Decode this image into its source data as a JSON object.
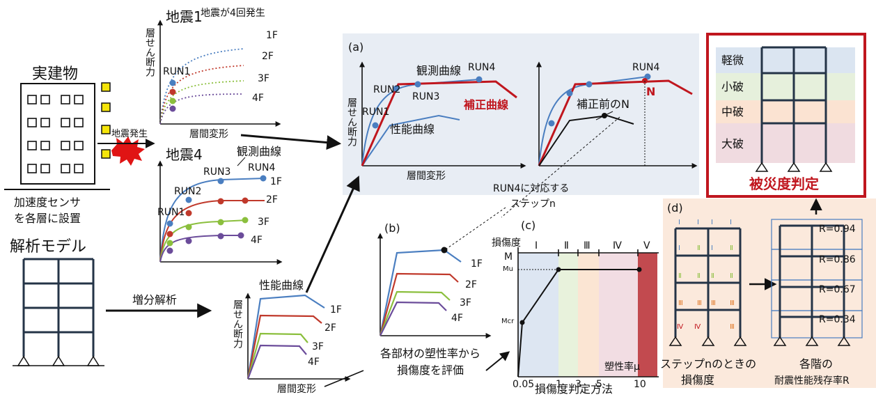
{
  "building": {
    "title": "実建物",
    "earthquake_label": "地震発生",
    "sensor_caption_1": "加速度センサ",
    "sensor_caption_2": "を各層に設置"
  },
  "model": {
    "title": "解析モデル",
    "incremental_label": "増分解析"
  },
  "eq1": {
    "title": "地震1",
    "subtitle": "地震が4回発生",
    "ylabel": "層せん断力",
    "xlabel": "層間変形",
    "run": "RUN1",
    "floors": [
      "1F",
      "2F",
      "3F",
      "4F"
    ]
  },
  "eq4": {
    "title": "地震4",
    "curve_label": "観測曲線",
    "runs": [
      "RUN1",
      "RUN2",
      "RUN3",
      "RUN4"
    ],
    "floors": [
      "1F",
      "2F",
      "3F",
      "4F"
    ]
  },
  "perf": {
    "title": "性能曲線",
    "ylabel": "層せん断力",
    "xlabel": "層間変形",
    "floors": [
      "1F",
      "2F",
      "3F",
      "4F"
    ]
  },
  "panel_a": {
    "tag": "(a)",
    "obs_label": "観測曲線",
    "perf_label": "性能曲線",
    "corr_label": "補正曲線",
    "ylabel": "層せん断力",
    "xlabel": "層間変形",
    "runs": [
      "RUN1",
      "RUN2",
      "RUN3",
      "RUN4"
    ],
    "run4b": "RUN4",
    "n_label": "N",
    "pre_n": "補正前のN"
  },
  "link": {
    "line1": "RUN4に対応する",
    "line2": "ステップn"
  },
  "panel_b": {
    "tag": "(b)",
    "floors": [
      "1F",
      "2F",
      "3F",
      "4F"
    ],
    "caption_1": "各部材の塑性率から",
    "caption_2": "損傷度を評価"
  },
  "panel_c": {
    "tag": "(c)",
    "damage_label": "損傷度",
    "m_label": "M",
    "mu": "Mu",
    "mcr": "Mcr",
    "levels": [
      "Ⅰ",
      "Ⅱ",
      "Ⅲ",
      "Ⅳ",
      "Ⅴ"
    ],
    "ticks": [
      "0.05",
      "1",
      "3",
      "5",
      "10"
    ],
    "mu_label": "塑性率μ",
    "caption": "損傷度判定方法"
  },
  "panel_d": {
    "tag": "(d)",
    "caption_1": "ステップnのときの",
    "caption_2": "損傷度",
    "ratio_caption_1": "各階の",
    "ratio_caption_2": "耐震性能残存率R",
    "ratios": [
      "R=0.94",
      "R=0.86",
      "R=0.67",
      "R=0.34"
    ]
  },
  "result": {
    "levels": [
      "軽微",
      "小破",
      "中破",
      "大破"
    ],
    "title": "被災度判定"
  },
  "colors": {
    "blue": "#4a7ec0",
    "red": "#c0392b",
    "green": "#8bbf3d",
    "purple": "#6b4c9a",
    "frame": "#243447",
    "accent": "#c0161e"
  }
}
